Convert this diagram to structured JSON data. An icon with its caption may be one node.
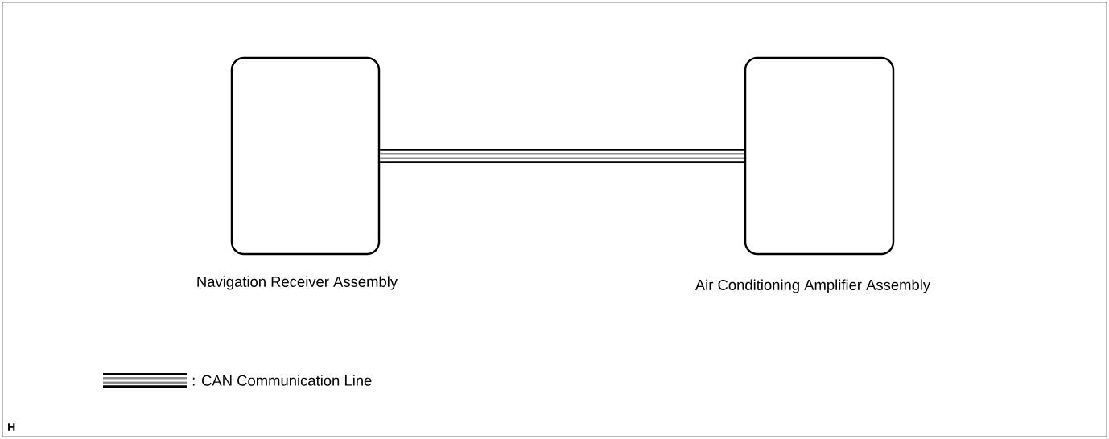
{
  "diagram": {
    "nodes": [
      {
        "text": [
          "Navigation Receiver Assembly"
        ]
      },
      {
        "text": [
          "Air Conditioning Amplifier Assembly"
        ]
      }
    ],
    "edges": [
      {
        "from": 0,
        "to": 1,
        "arrow": "none"
      }
    ],
    "labels": [
      "H"
    ],
    "legend": [
      {
        "text": ": CAN Communication Line"
      }
    ]
  }
}
